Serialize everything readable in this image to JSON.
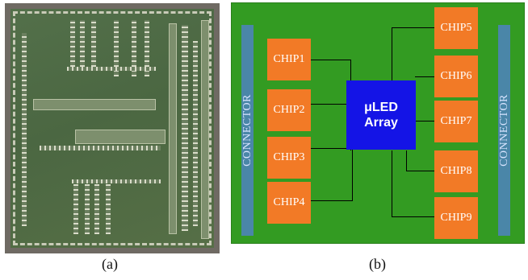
{
  "panel_a": {
    "caption": "(a)"
  },
  "panel_b": {
    "caption": "(b)",
    "connector_left": "CONNECTOR",
    "connector_right": "CONNECTOR",
    "array_line1": "μLED",
    "array_line2": "Array",
    "chips_left": [
      "CHIP1",
      "CHIP2",
      "CHIP3",
      "CHIP4"
    ],
    "chips_right": [
      "CHIP5",
      "CHIP6",
      "CHIP7",
      "CHIP8",
      "CHIP9"
    ],
    "colors": {
      "board": "#339b22",
      "chip": "#f27a26",
      "array": "#1414e6",
      "connector": "#4a86a8"
    }
  }
}
